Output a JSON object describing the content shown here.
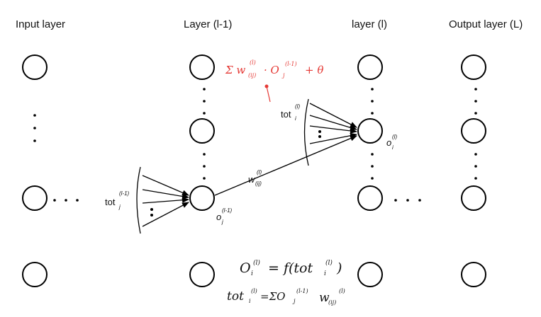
{
  "headers": {
    "input": "Input layer",
    "prev": "Layer (l-1)",
    "cur": "layer (l)",
    "out": "Output layer (L)"
  },
  "labels": {
    "tot_j": "tot",
    "tot_j_sub": "j",
    "tot_j_sup": "(l-1)",
    "tot_i": "tot",
    "tot_i_sub": "i",
    "tot_i_sup": "(l)",
    "o_j": "o",
    "o_j_sub": "j",
    "o_j_sup": "(l-1)",
    "o_i": "o",
    "o_i_sub": "i",
    "o_i_sup": "(l)",
    "w": "w",
    "w_sub": "(ij)",
    "w_sup": "(l)"
  },
  "annotation_red": {
    "sum": "Σ w",
    "w_sup": "(l)",
    "w_sub": "(ij)",
    "mid": "· O",
    "o_sub": "j",
    "o_sup": "(l-1)",
    "tail": "+ θ"
  },
  "formula1": {
    "lhs": "O",
    "lhs_sub": "i",
    "lhs_sup": "(l)",
    "eq": "= f(tot",
    "tot_sub": "i",
    "tot_sup": "(l)",
    "close": ")"
  },
  "formula2": {
    "lhs": "tot",
    "lhs_sub": "i",
    "lhs_sup": "(l)",
    "eq": "=ΣO",
    "o_sub": "j",
    "o_sup": "(l-1)",
    "w": "w",
    "w_sub": "(ij)",
    "w_sup": "(l)"
  },
  "colors": {
    "annotation": "#e53935",
    "ink": "#000000"
  }
}
